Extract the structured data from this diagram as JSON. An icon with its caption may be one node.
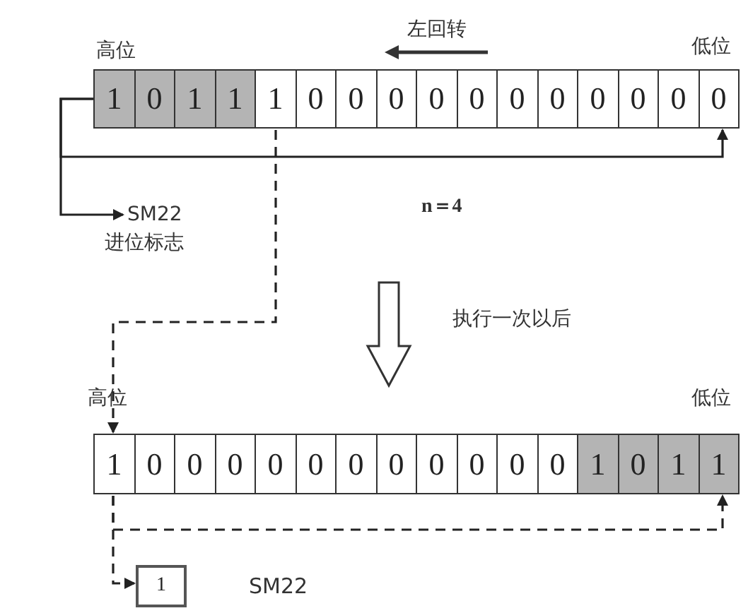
{
  "diagram": {
    "nodes": [
      {
        "text": [
          "1"
        ]
      },
      {
        "text": [
          "0"
        ]
      },
      {
        "text": [
          "1"
        ]
      },
      {
        "text": [
          "1"
        ]
      },
      {
        "text": [
          "1"
        ]
      },
      {
        "text": [
          "0"
        ]
      },
      {
        "text": [
          "0"
        ]
      },
      {
        "text": [
          "0"
        ]
      },
      {
        "text": [
          "0"
        ]
      },
      {
        "text": [
          "0"
        ]
      },
      {
        "text": [
          "0"
        ]
      },
      {
        "text": [
          "0"
        ]
      },
      {
        "text": [
          "0"
        ]
      },
      {
        "text": [
          "0"
        ]
      },
      {
        "text": [
          "0"
        ]
      },
      {
        "text": [
          "0"
        ]
      },
      {
        "text": [
          "SM22",
          "进位标志"
        ]
      },
      {
        "text": [
          "1"
        ]
      },
      {
        "text": [
          "0"
        ]
      },
      {
        "text": [
          "0"
        ]
      },
      {
        "text": [
          "0"
        ]
      },
      {
        "text": [
          "0"
        ]
      },
      {
        "text": [
          "0"
        ]
      },
      {
        "text": [
          "0"
        ]
      },
      {
        "text": [
          "0"
        ]
      },
      {
        "text": [
          "0"
        ]
      },
      {
        "text": [
          "0"
        ]
      },
      {
        "text": [
          "0"
        ]
      },
      {
        "text": [
          "0"
        ]
      },
      {
        "text": [
          "1"
        ]
      },
      {
        "text": [
          "0"
        ]
      },
      {
        "text": [
          "1"
        ]
      },
      {
        "text": [
          "1"
        ]
      },
      {
        "text": [
          "1"
        ],
        "beside": [
          "SM22"
        ]
      }
    ],
    "edges": [
      {
        "from": 0,
        "to": 15,
        "arrow": "to"
      },
      {
        "from": 0,
        "to": 16,
        "arrow": "to"
      },
      {
        "from": 4,
        "to": 17,
        "arrow": "to",
        "style": "dashed"
      },
      {
        "from": 17,
        "to": 32,
        "arrow": "to",
        "style": "dashed"
      },
      {
        "from": 17,
        "to": 33,
        "arrow": "to",
        "style": "dashed"
      }
    ],
    "labels": [
      "左回转",
      "高位",
      "低位",
      "n＝4",
      "执行一次以后",
      "高位",
      "低位"
    ]
  }
}
